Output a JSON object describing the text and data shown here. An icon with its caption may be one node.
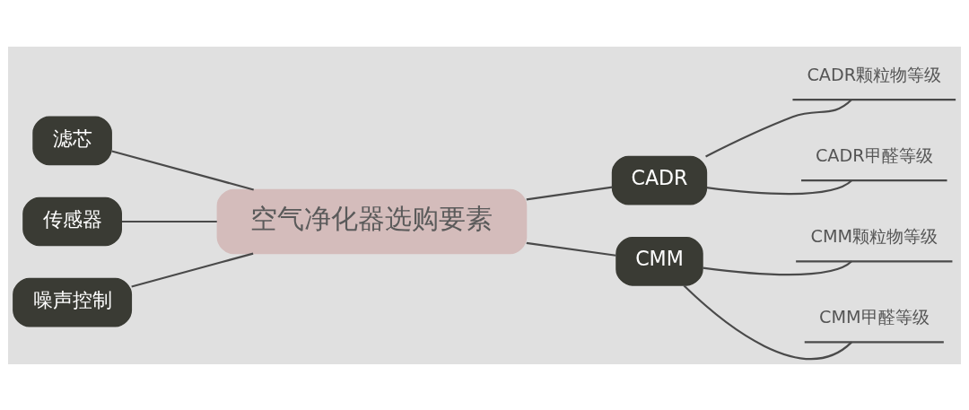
{
  "diagram": {
    "nodes": [
      {
        "text": [
          "空气净化器选购要素"
        ]
      },
      {
        "text": [
          "滤芯"
        ]
      },
      {
        "text": [
          "传感器"
        ]
      },
      {
        "text": [
          "噪声控制"
        ]
      },
      {
        "text": [
          "CADR"
        ]
      },
      {
        "text": [
          "CMM"
        ]
      },
      {
        "text": [
          "CADR颗粒物等级"
        ]
      },
      {
        "text": [
          "CADR甲醛等级"
        ]
      },
      {
        "text": [
          "CMM颗粒物等级"
        ]
      },
      {
        "text": [
          "CMM甲醛等级"
        ]
      }
    ],
    "edges": [
      {
        "from": 1,
        "to": 0,
        "arrow": "none"
      },
      {
        "from": 2,
        "to": 0,
        "arrow": "none"
      },
      {
        "from": 3,
        "to": 0,
        "arrow": "none"
      },
      {
        "from": 0,
        "to": 4,
        "arrow": "none"
      },
      {
        "from": 0,
        "to": 5,
        "arrow": "none"
      },
      {
        "from": 4,
        "to": 6,
        "arrow": "none"
      },
      {
        "from": 4,
        "to": 7,
        "arrow": "none"
      },
      {
        "from": 5,
        "to": 8,
        "arrow": "none"
      },
      {
        "from": 5,
        "to": 9,
        "arrow": "none"
      }
    ]
  }
}
